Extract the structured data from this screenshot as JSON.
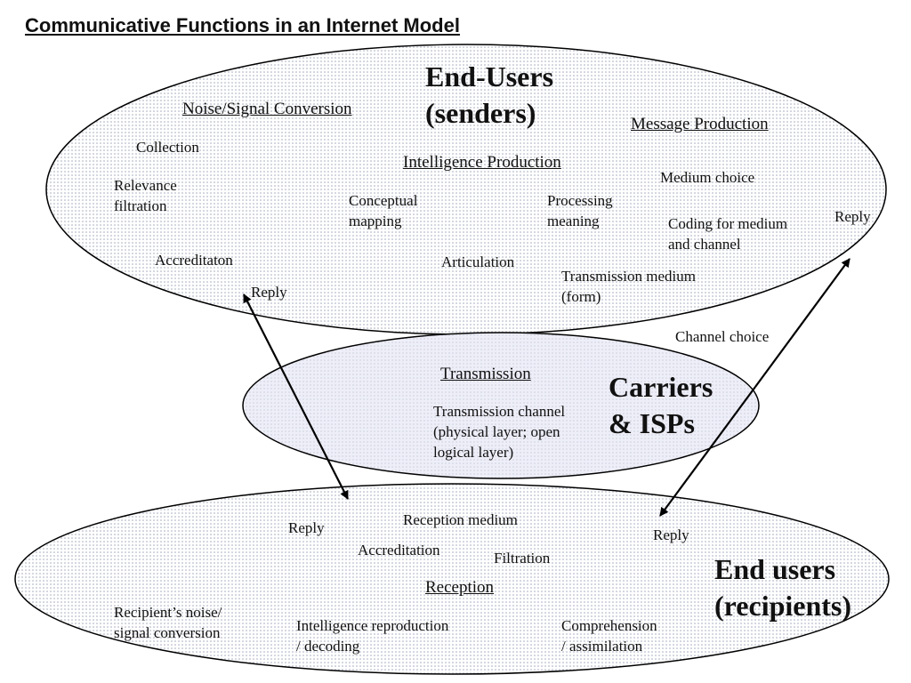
{
  "title": "Communicative Functions in an Internet Model",
  "senders": {
    "heading_line1": "End-Users",
    "heading_line2": "(senders)",
    "noise_signal_heading": "Noise/Signal Conversion",
    "collection": "Collection",
    "relevance_line1": "Relevance",
    "relevance_line2": "filtration",
    "accreditation": "Accreditaton",
    "reply_left": "Reply",
    "intelligence_heading": "Intelligence Production",
    "conceptual_line1": "Conceptual",
    "conceptual_line2": "mapping",
    "processing_line1": "Processing",
    "processing_line2": "meaning",
    "articulation": "Articulation",
    "transmission_medium_line1": "Transmission medium",
    "transmission_medium_line2": "(form)",
    "message_heading": "Message Production",
    "medium_choice": "Medium choice",
    "coding_line1": "Coding for medium",
    "coding_line2": "and channel",
    "reply_right": "Reply"
  },
  "carriers": {
    "heading_line1": "Carriers",
    "heading_line2": "& ISPs",
    "channel_choice": "Channel choice",
    "transmission_heading": "Transmission",
    "channel_line1": "Transmission channel",
    "channel_line2": "(physical layer; open",
    "channel_line3": "logical layer)"
  },
  "recipients": {
    "heading_line1": "End users",
    "heading_line2": "(recipients)",
    "reply_left": "Reply",
    "reception_medium": "Reception medium",
    "accreditation": "Accreditation",
    "filtration": "Filtration",
    "reply_right": "Reply",
    "reception_heading": "Reception",
    "noise_line1": "Recipient’s noise/",
    "noise_line2": "signal conversion",
    "intelligence_line1": "Intelligence reproduction",
    "intelligence_line2": "/ decoding",
    "comprehension_line1": "Comprehension",
    "comprehension_line2": "/ assimilation"
  },
  "colors": {
    "ellipse_outline": "#000000",
    "stipple": "#9aa4b4",
    "middle_fill": "#eeeef8"
  }
}
